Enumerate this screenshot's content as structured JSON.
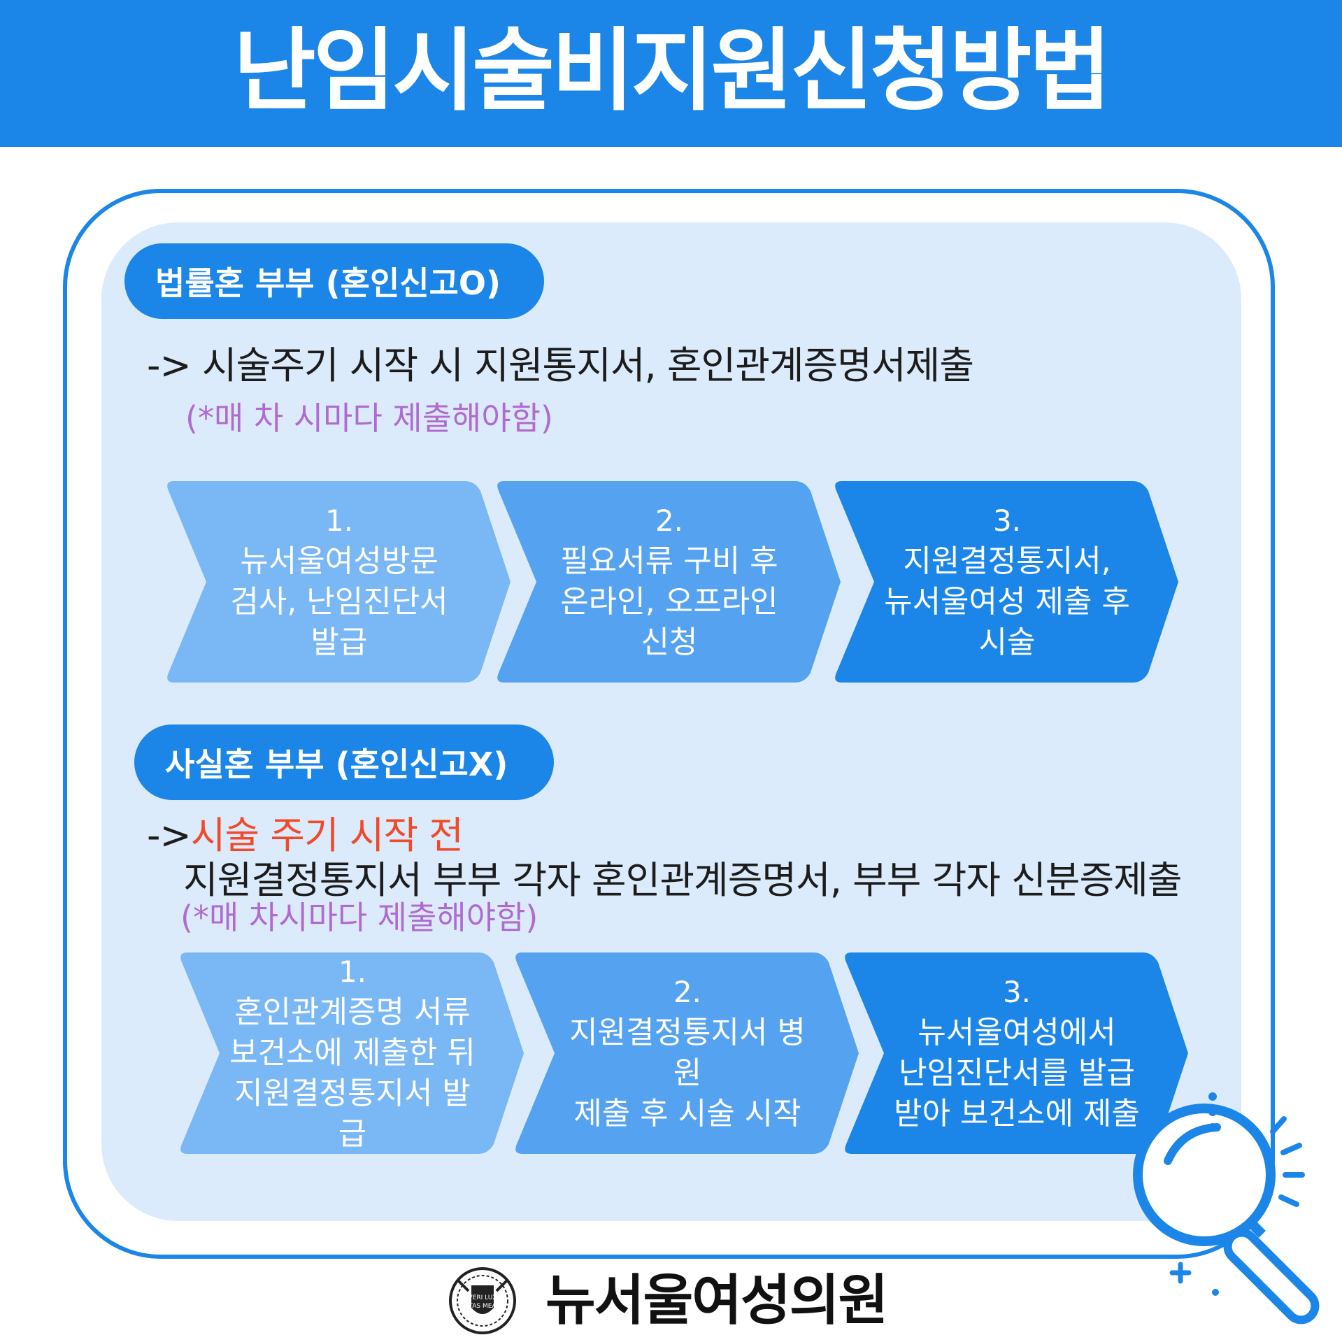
{
  "header": {
    "title": "난임시술비지원신청방법"
  },
  "section1": {
    "pill": "법률혼 부부 (혼인신고O)",
    "line": "-> 시술주기 시작 시 지원통지서, 혼인관계증명서제출",
    "note": "(*매 차 시마다 제출해야함)",
    "steps": [
      {
        "num": "1.",
        "lines": [
          "뉴서울여성방문",
          "검사, 난임진단서",
          "발급"
        ]
      },
      {
        "num": "2.",
        "lines": [
          "필요서류 구비 후",
          "온라인, 오프라인",
          "신청"
        ]
      },
      {
        "num": "3.",
        "lines": [
          "지원결정통지서,",
          "뉴서울여성 제출 후",
          "시술"
        ]
      }
    ]
  },
  "section2": {
    "pill": "사실혼 부부 (혼인신고X)",
    "arrow": "->",
    "highlight": "시술 주기 시작 전",
    "line": "지원결정통지서 부부 각자 혼인관계증명서, 부부 각자 신분증제출",
    "note": "(*매 차시마다 제출해야함)",
    "steps": [
      {
        "num": "1.",
        "lines": [
          "혼인관계증명 서류",
          "보건소에 제출한 뒤",
          "지원결정통지서 발급"
        ]
      },
      {
        "num": "2.",
        "lines": [
          "지원결정통지서 병원",
          "제출 후 시술 시작"
        ]
      },
      {
        "num": "3.",
        "lines": [
          "뉴서울여성에서",
          "난임진단서를  발급",
          "받아 보건소에 제출"
        ]
      }
    ]
  },
  "footer": {
    "name": "뉴서울여성의원",
    "logo_text": "VERI LUX TAS MEA"
  },
  "colors": {
    "primary": "#1b86e8",
    "step1": "#7ab7f5",
    "step2": "#55a2f1",
    "step3": "#1b86e8",
    "note": "#b06bd1",
    "highlight": "#f04a2a",
    "panel": "#dcebfb"
  }
}
